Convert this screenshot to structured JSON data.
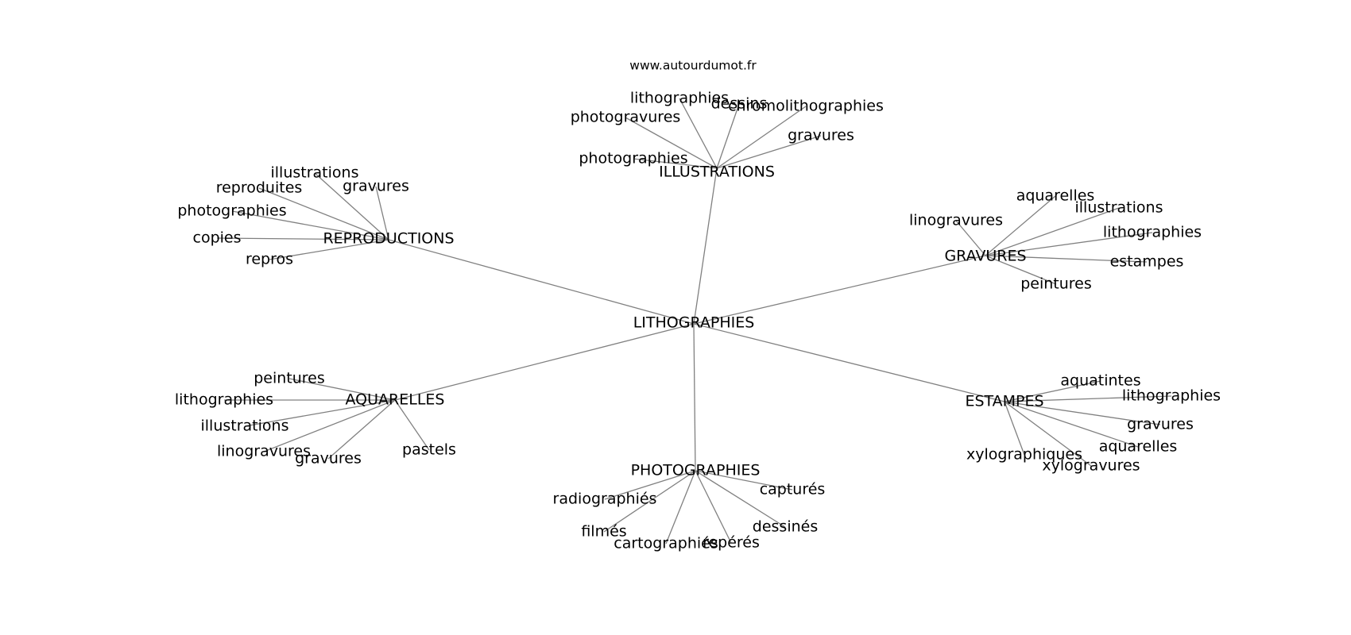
{
  "source_label": "www.autourdumot.fr",
  "root": "LITHOGRAPHIES",
  "groups": [
    {
      "name": "ILLUSTRATIONS",
      "leaves": [
        "lithographies",
        "dessins",
        "chromolithographies",
        "photogravures",
        "gravures",
        "photographies"
      ]
    },
    {
      "name": "REPRODUCTIONS",
      "leaves": [
        "illustrations",
        "reproduites",
        "gravures",
        "photographies",
        "copies",
        "repros"
      ]
    },
    {
      "name": "GRAVURES",
      "leaves": [
        "aquarelles",
        "illustrations",
        "linogravures",
        "lithographies",
        "estampes",
        "peintures"
      ]
    },
    {
      "name": "AQUARELLES",
      "leaves": [
        "peintures",
        "lithographies",
        "illustrations",
        "linogravures",
        "gravures",
        "pastels"
      ]
    },
    {
      "name": "ESTAMPES",
      "leaves": [
        "aquatintes",
        "lithographies",
        "gravures",
        "aquarelles",
        "xylographiques",
        "xylogravures"
      ]
    },
    {
      "name": "PHOTOGRAPHIES",
      "leaves": [
        "radiographiés",
        "capturés",
        "filmés",
        "dessinés",
        "cartographiés",
        "repérés"
      ]
    }
  ]
}
